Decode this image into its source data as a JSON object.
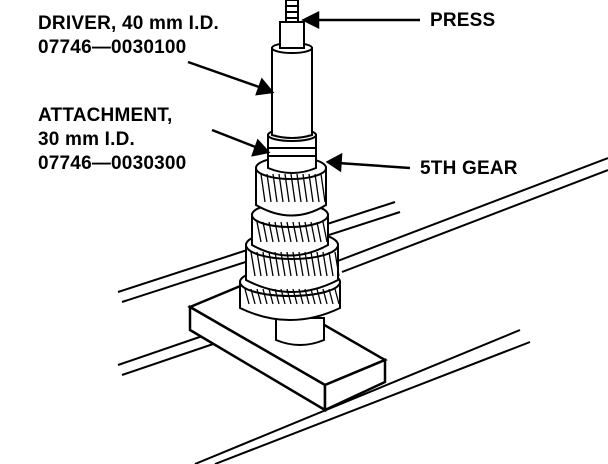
{
  "labels": {
    "driver": [
      "DRIVER, 40 mm I.D.",
      "07746—0030100"
    ],
    "attachment": [
      "ATTACHMENT,",
      "30 mm I.D.",
      "07746—0030300"
    ],
    "press": "PRESS",
    "fifth_gear": "5TH GEAR"
  }
}
